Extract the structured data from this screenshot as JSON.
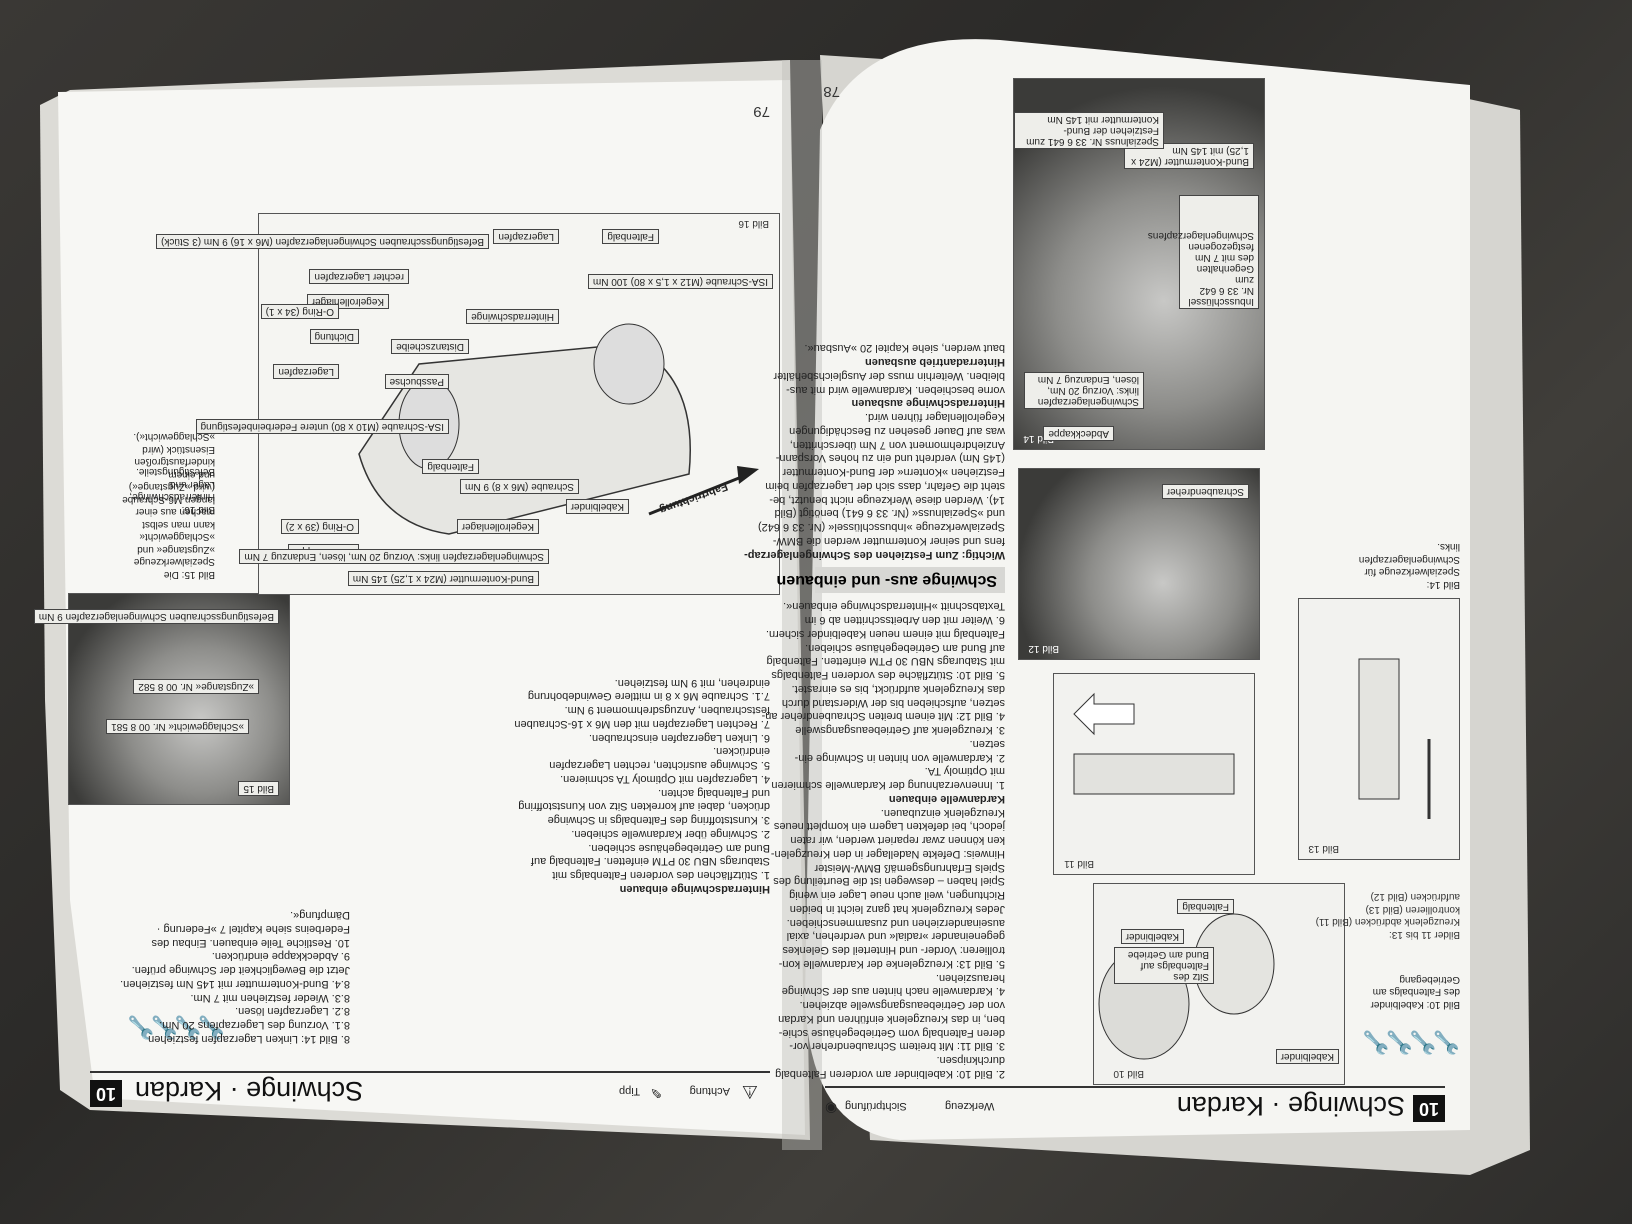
{
  "left_page": {
    "page_number": "79",
    "chapter_number": "10",
    "running_title": "Schwinge · Kardan",
    "legend": [
      "Achtung",
      "Tipp"
    ],
    "text_lines": [
      "8. Bild 14: Linken Lagerzapfen festziehen",
      "8.1. Vorzung des Lagerzapfens 20 Nm.",
      "8.2. Lagerzapfen lösen.",
      "8.3. Wieder festziehen mit 7 Nm.",
      "8.4. Bund-Kontermutter mit 145 Nm festziehen.",
      "Jetzt die Beweglichkeit der Schwinge prüfen.",
      "9. Abdeckkappe eindrücken.",
      "10. Restliche Teile einbauen. Einbau des Federbeins siehe Kapitel 7 »Federung · Dämpfung«.",
      "Hinterradschwinge einbauen",
      "1. Stützflächen des vorderen Faltenbalgs mit Staburags NBU 30 PTM einfetten. Faltenbalg auf Bund am Getriebegehäuse schieben.",
      "2. Schwinge über Kardanwelle schieben.",
      "3. Kunststoffring des Faltenbalgs in Schwinge drücken, dabei auf korrekten Sitz von Kunststoffring und Faltenbalg achten.",
      "4. Lagerzapfen mit Optimoly TA schmieren.",
      "5. Schwinge ausrichten, rechten Lagerzapfen eindrücken.",
      "6. Linken Lagerzapfen einschrauben.",
      "7. Rechten Lagerzapfen mit den M6 x 16-Schrauben festschrauben, Anzugsdrehmoment 9 Nm.",
      "7.1. Schraube M6 x 8 in mittlere Gewindebohrung eindrehen, mit 9 Nm festziehen."
    ],
    "figure16": {
      "caption": "Bild 16",
      "side_caption": "Bild 16: Hinterradschwinge, Lager und Befestigungsteile.",
      "labels": [
        "Befestigungsschrauben Schwingenlagerzapfen (M6 x 16) 9 Nm (3 Stück)",
        "Lagerzapfen",
        "Faltenbalg",
        "rechter Lagerzapfen",
        "Kegelrollenlager",
        "Hinterradschwinge",
        "Distanzscheibe",
        "Dichtung",
        "Lagerzapfen",
        "ISA-Schraube (M12 x 1,5 x 80) 100 Nm",
        "O-Ring (34 x 1)",
        "Passbuchse",
        "ISA-Schraube (M10 x 80) untere Federbeinbefestigung",
        "Faltenbalg",
        "Schraube (M6 x 8) 9 Nm",
        "Kabelbinder",
        "Fahrtrichtung",
        "Kegelrollenlager",
        "O-Ring (39 x 2)",
        "Abdeckkappe",
        "Schwingenlagerzapfen links: Vorzug 20 Nm, lösen, Endanzug 7 Nm",
        "Bund-Kontermutter (M24 x 1,25) 145 Nm"
      ]
    },
    "figure15": {
      "caption": "Bild 15",
      "labels": [
        "Befestigungsschrauben Schwingenlagerzapfen 9 Nm",
        "»Zugstange« Nr. 00 8 582",
        "»Schlaggewicht« Nr. 00 8 581"
      ],
      "side_caption": "Bild 15: Die Spezialwerkzeuge »Zugstange« und »Schlaggewicht« kann man selbst machen aus einer langen M6-Schraube (wird »Zugstange«) und einem kinderfaustgroßen Eisenstück (wird »Schlaggewicht«)."
    }
  },
  "right_page": {
    "page_number": "78",
    "chapter_number": "10",
    "running_title": "Schwinge · Kardan",
    "legend": [
      "Sichtprüfung",
      "Werkzeug"
    ],
    "text_lines": [
      "baut werden, siehe Kapitel 20 »Ausbau«.",
      "Hinterradantrieb ausbauen",
      "bleiben. Weiterhin muss der Ausgleichsbehälter",
      "vorne beschieben. Kardanwelle wird mit aus-",
      "Hinterradschwinge ausbauen",
      "Kegelrollenlager führen wird.",
      "was auf Dauer gesehen zu Beschädigungen",
      "Anziehdrehmoment von 7 Nm überschritten,",
      "(145 Nm) verdreht und ein zu hohes Vorspann-",
      "Festziehen »Kontern« der Bund-Kontermutter",
      "steht die Gefahr, dass sich der Lagerzapfen beim",
      "14). Werden diese Werkzeuge nicht benutzt, be-",
      "und »Spezialnuss« (Nr. 33 6 641) benötigt (Bild",
      "Spezialwerkzeuge »Inbusschlüssel« (Nr. 33 6 642)",
      "fens und seiner Kontermutter werden die BMW-",
      "Wichtig: Zum Festziehen des Schwingenlagerzap-",
      "Schwinge aus- und einbauen",
      "Textabschnitt »Hinterradschwinge einbauen«.",
      "6. Weiter mit den Arbeitsschritten ab 6 im",
      "Faltenbalg mit einem neuen Kabelbinder sichern.",
      "auf Bund am Getriebegehäuse schieben.",
      "mit Staburags NBU 30 PTM einfetten. Faltenbalg",
      "5. Bild 10: Stützfläche des vorderen Faltenbalgs",
      "das Kreuzgelenk aufdrückt, bis es einrastet.",
      "setzen, aufschieben bis der Widerstand durch",
      "4. Bild 12: Mit einem breiten Schraubendreher an-",
      "3. Kreuzgelenk auf Getriebeausgangswelle",
      "setzen.",
      "2. Kardanwelle von hinten in Schwinge ein-",
      "mit Optimoly TA.",
      "1. Innenverzahnung der Kardanwelle schmieren",
      "Kardanwelle einbauen",
      "Kreuzgelenk einzubauen.",
      "jedoch, bei defekten Lagern ein komplett neues",
      "ken können zwar repariert werden, wir raten",
      "Hinweis: Defekte Nadellager in den Kreuzgelen-",
      "Spiels Erfahrungsgemäß BMW-Meister",
      "Spiel haben – deswegen ist die Beurteilung des",
      "Richtungen, weil auch neue Lager ein wenig",
      "Jedes Kreuzgelenk hat ganz leicht in beiden",
      "auseinanderziehen und zusammenschieben.",
      "gegeneinander »radial« und verdrehen, axial",
      "trollieren: Vorder- und Hinterteil des Gelenkes",
      "5. Bild 13: Kreuzgelenke der Kardanwelle kon-",
      "herausziehen.",
      "4. Kardanwelle nach hinten aus der Schwinge",
      "von der Getriebeausgangswelle abziehen.",
      "ben, in das Kreuzgelenk einführen und Kardan",
      "deren Faltenbalg vom Getriebegehäuse schie-",
      "3. Bild 11: Mit breitem Schraubendreher vor-",
      "durchknipsen.",
      "2. Bild 10: Kabelbinder am vorderen Faltenbalg"
    ],
    "figure14": {
      "caption": "Bild 14",
      "labels": [
        "Abdeckkappe",
        "Schwingenlagerzapfen links: Vorzug 20 Nm, lösen, Endanzug 7 Nm",
        "Bund-Kontermutter (M24 x 1,25) mit 145 Nm",
        "Spezialnuss Nr. 33 6 641 zum Festziehen der Bund-Kontermutter mit 145 Nm",
        "Inbusschlüssel Nr. 33 6 642 zum Gegenhalten des mit 7 Nm festgezogenen Schwingenlagerzapfens"
      ],
      "side_caption": "Bild 14: Spezialwerkzeuge für Schwingenlagerzapfen links."
    },
    "figure12": {
      "caption": "Bild 12",
      "labels": [
        "Schraubendreher"
      ]
    },
    "figure13": {
      "caption": "Bild 13"
    },
    "figure11": {
      "caption": "Bild 11"
    },
    "figure10": {
      "caption": "Bild 10",
      "labels": [
        "Kabelbinder",
        "Faltenbalg",
        "Kabelbinder",
        "Sitz des Faltenbalgs auf Bund am Getriebe"
      ],
      "side_caption": "Bild 10: Kabelbinder des Faltenbalgs am Getriebegang",
      "sub_captions": [
        "Bilder 11 bis 13:",
        "Kreuzgelenk abdrücken (Bild 11)",
        "kontrollieren (Bild 13)",
        "aufdrücken (Bild 12)"
      ]
    }
  }
}
